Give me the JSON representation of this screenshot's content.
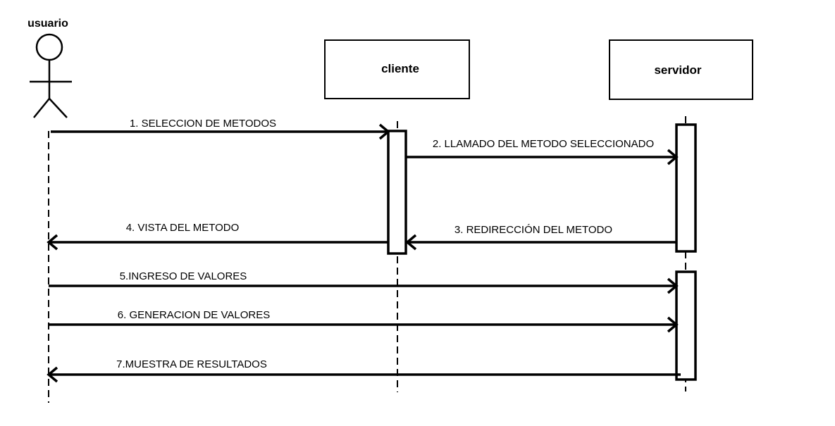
{
  "participants": {
    "actor": "usuario",
    "client": "cliente",
    "server": "servidor"
  },
  "messages": [
    {
      "label": "1. SELECCION DE METODOS",
      "from": "usuario",
      "to": "cliente"
    },
    {
      "label": "2. LLAMADO DEL METODO SELECCIONADO",
      "from": "cliente",
      "to": "servidor"
    },
    {
      "label": "3. REDIRECCIÓN DEL METODO",
      "from": "servidor",
      "to": "cliente"
    },
    {
      "label": "4.  VISTA DEL METODO",
      "from": "cliente",
      "to": "usuario"
    },
    {
      "label": "5.INGRESO DE VALORES",
      "from": "usuario",
      "to": "servidor"
    },
    {
      "label": "6. GENERACION DE VALORES",
      "from": "usuario",
      "to": "servidor"
    },
    {
      "label": "7.MUESTRA DE RESULTADOS",
      "from": "servidor",
      "to": "usuario"
    }
  ]
}
